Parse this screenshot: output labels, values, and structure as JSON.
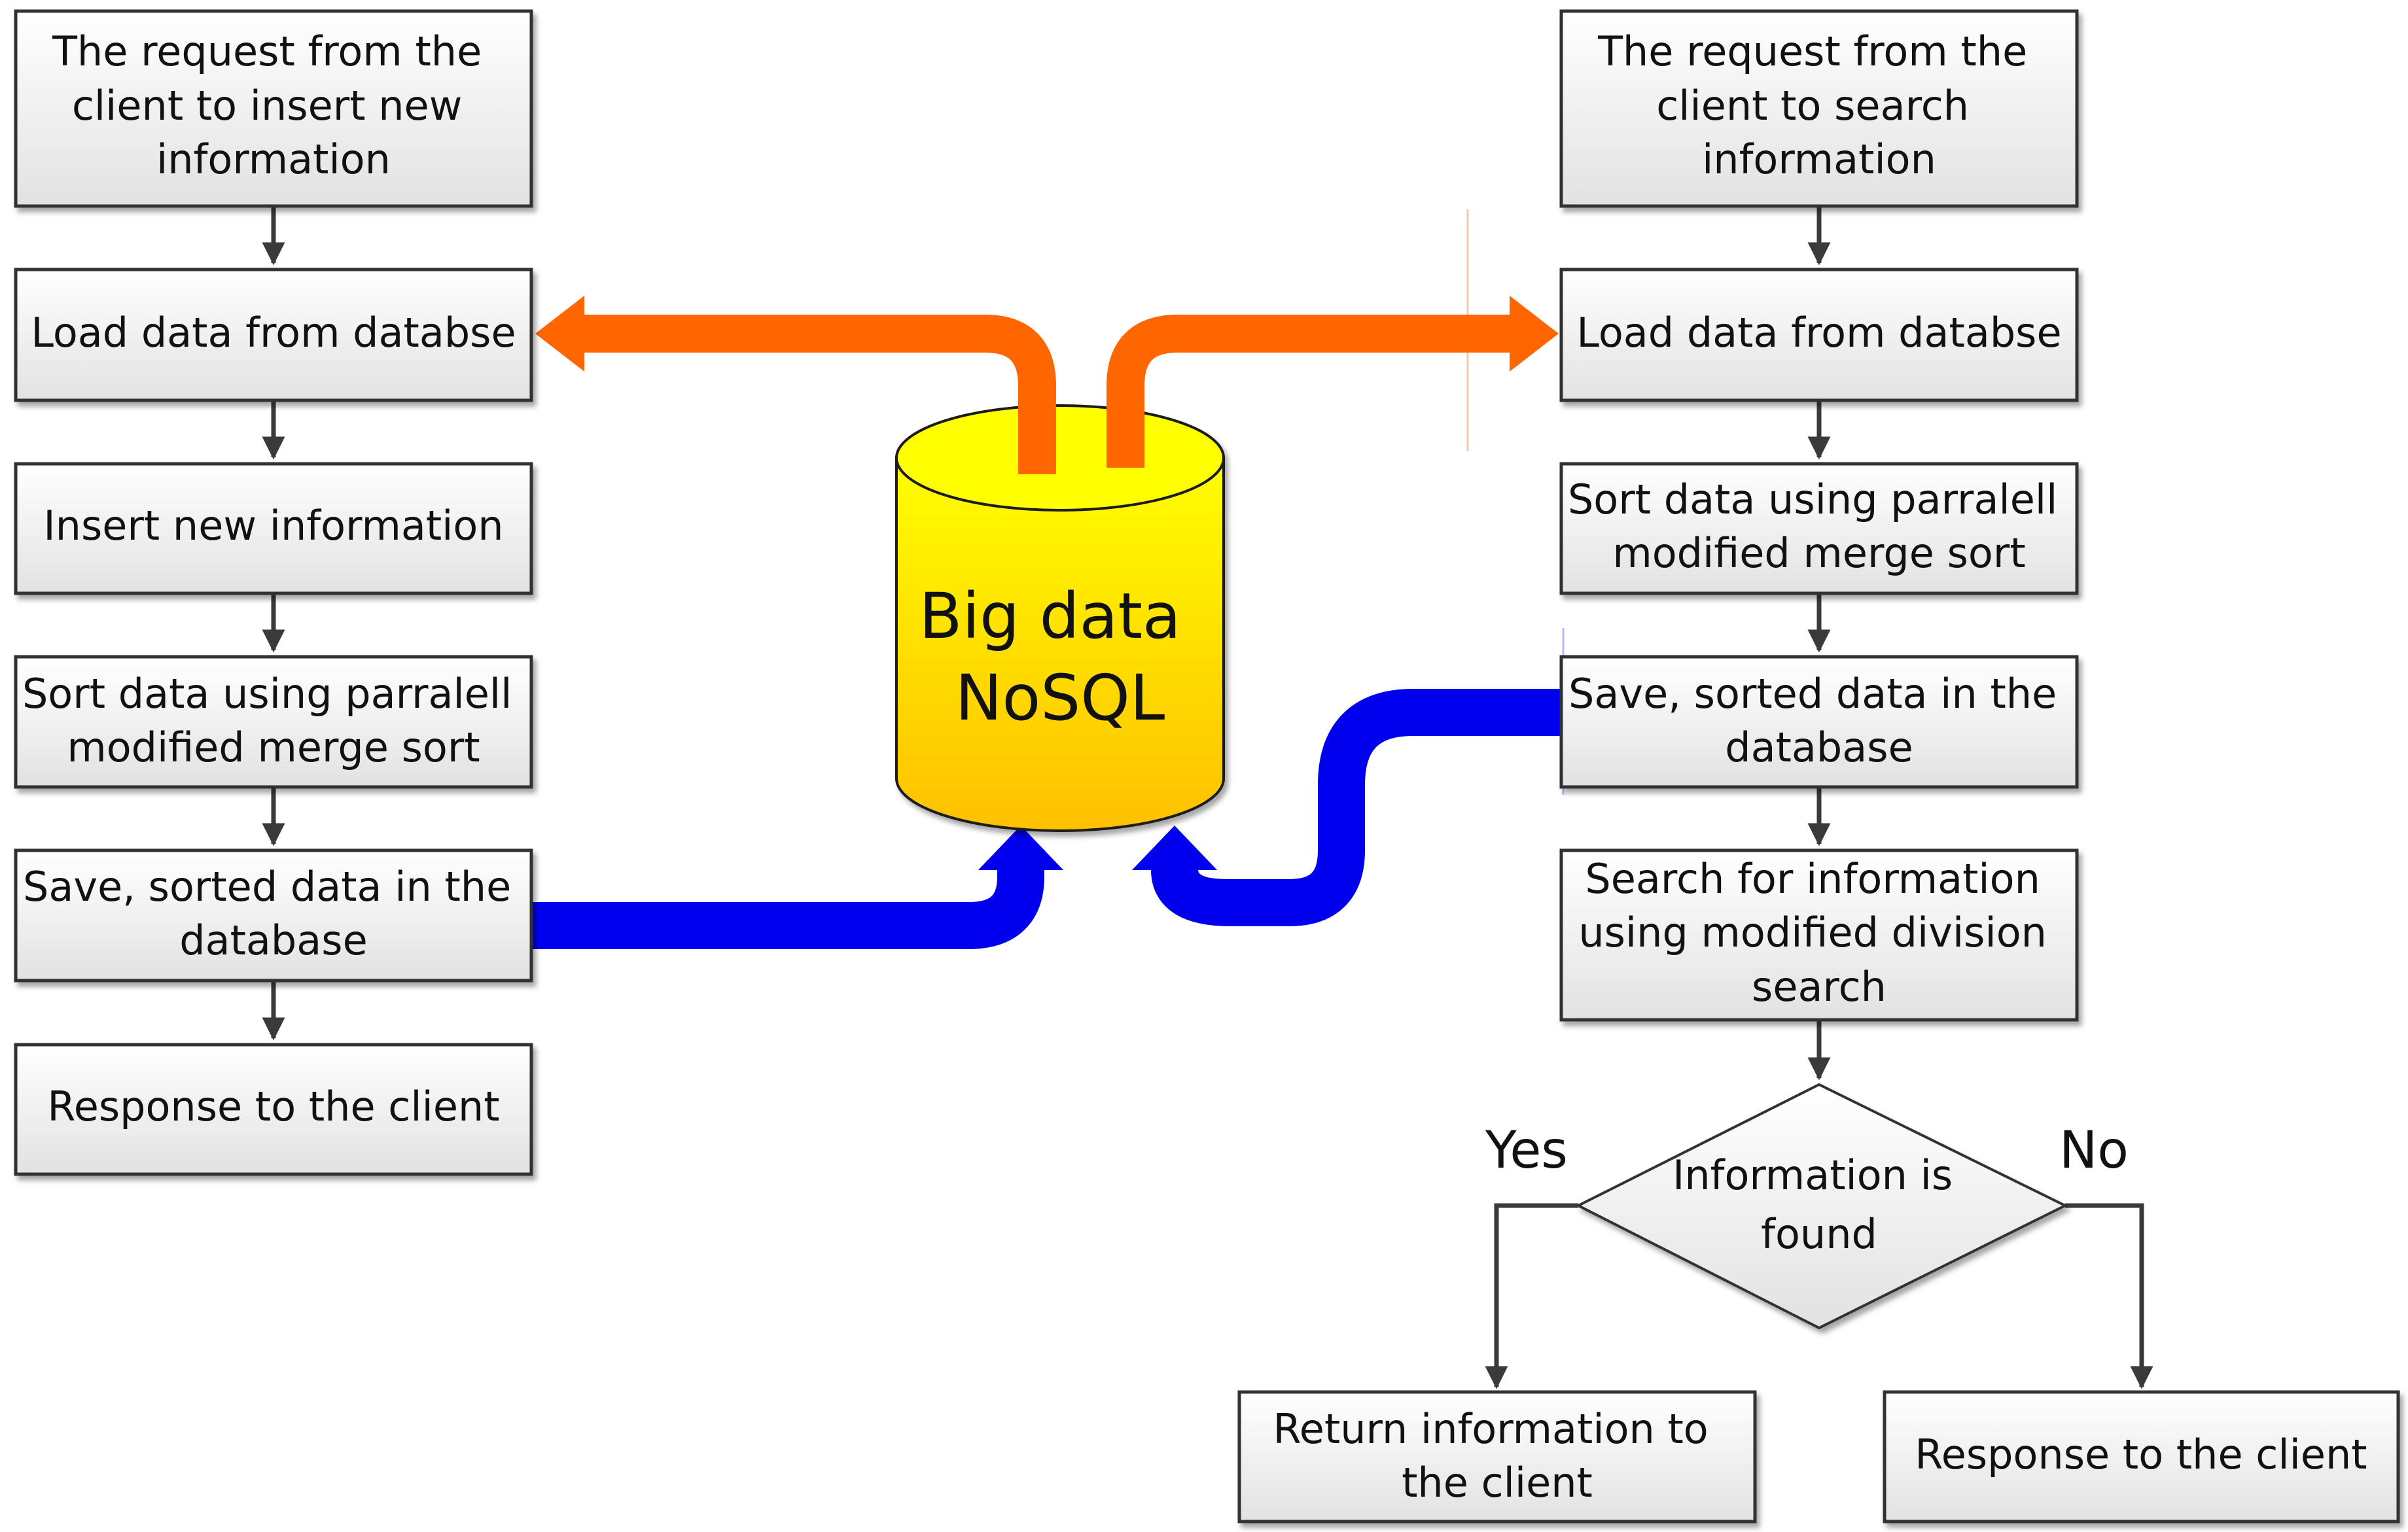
{
  "left_flow": {
    "request": [
      "The request from the",
      "client to insert new",
      "information"
    ],
    "load": [
      "Load data from databse"
    ],
    "insert": [
      "Insert new information"
    ],
    "sort": [
      "Sort data using parralell",
      "modified merge sort"
    ],
    "save": [
      "Save, sorted data in the",
      "database"
    ],
    "response": [
      "Response to the  client"
    ]
  },
  "right_flow": {
    "request": [
      "The request from the",
      "client to search",
      "information"
    ],
    "load": [
      "Load data from databse"
    ],
    "sort": [
      "Sort data using parralell",
      "modified merge sort"
    ],
    "save": [
      "Save, sorted data in the",
      "database"
    ],
    "search": [
      "Search for information",
      "using modified division",
      "search"
    ],
    "decision": [
      "Information is",
      "found"
    ],
    "yes_label": "Yes",
    "no_label": "No",
    "return": [
      "Return information to",
      "the  client"
    ],
    "response": [
      "Response to the  client"
    ]
  },
  "database": {
    "label": [
      "Big data",
      "NoSQL"
    ]
  },
  "colors": {
    "orange_flow": "#ff6600",
    "blue_flow": "#0000ee",
    "box_border": "#333333",
    "cylinder_top": "#ffff00",
    "cylinder_bottom": "#ffc000"
  }
}
